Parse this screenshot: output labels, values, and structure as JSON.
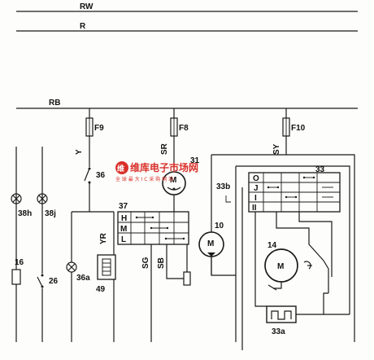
{
  "rails": {
    "rw": "RW",
    "r": "R",
    "rb": "RB"
  },
  "fuses": {
    "f9": "F9",
    "f8": "F8",
    "f10": "F10"
  },
  "wires": {
    "y": "Y",
    "sr": "SR",
    "sy": "SY",
    "yr": "YR",
    "sg": "SG",
    "sb": "SB"
  },
  "components": {
    "c36": "36",
    "c31": "31",
    "c33": "33",
    "c33b": "33b",
    "c37": "37",
    "c10": "10",
    "c14": "14",
    "c38h": "38h",
    "c38j": "38j",
    "c16": "16",
    "c26": "26",
    "c36a": "36a",
    "c49": "49",
    "c33a": "33a",
    "motor": "M"
  },
  "switch37": {
    "rows": [
      "H",
      "M",
      "L"
    ]
  },
  "switch33": {
    "rows": [
      "O",
      "J",
      "I",
      "II"
    ]
  },
  "watermark": {
    "logo": "维库电子市场网",
    "sub": "全 球 最 大 I C 采 购 网 站"
  }
}
